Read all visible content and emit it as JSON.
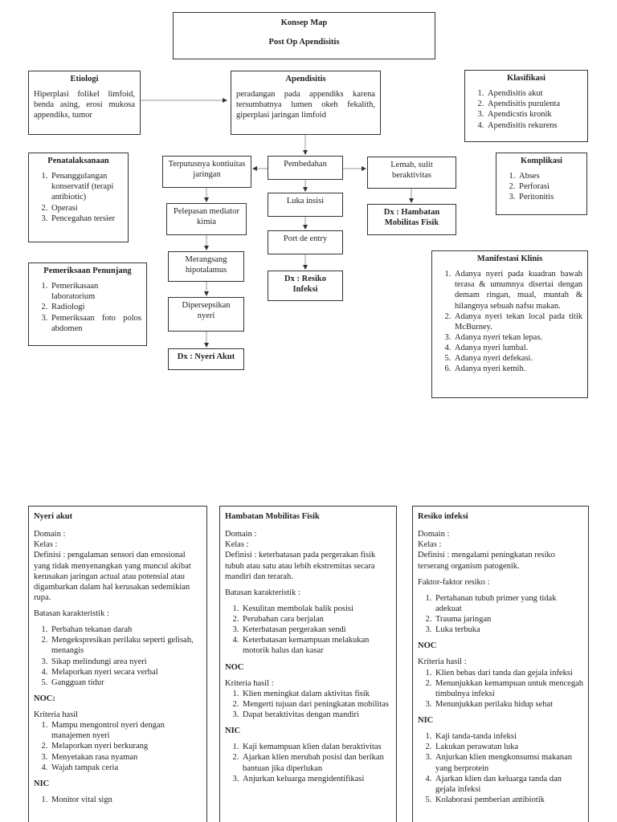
{
  "title": {
    "line1": "Konsep Map",
    "line2": "Post Op Apendisitis"
  },
  "etiologi": {
    "heading": "Etiologi",
    "text": "Hiperplasi folikel limfoid, benda asing, erosi mukosa appendiks, tumor"
  },
  "apendisitis": {
    "heading": "Apendisitis",
    "text": "peradangan pada appendiks karena tersumbatnya lumen okeh fekalith, giperplasi jaringan limfoid"
  },
  "klasifikasi": {
    "heading": "Klasifikasi",
    "items": [
      "Apendisitis akut",
      "Apendisitis purulenta",
      "Apendicstis kronik",
      "Apendisitis rekurens"
    ]
  },
  "penatalaksanaan": {
    "heading": "Penatalaksanaan",
    "items": [
      "Penanggulangan konservatif (terapi antibiotic)",
      "Operasi",
      "Pencegahan tersier"
    ]
  },
  "komplikasi": {
    "heading": "Komplikasi",
    "items": [
      "Abses",
      "Perforasi",
      "Peritonitis"
    ]
  },
  "pemeriksaan": {
    "heading": "Pemeriksaan Penunjang",
    "items": [
      "Pemerikasaan laboratorium",
      "Radiologi",
      "Pemeriksaan foto polos abdomen"
    ]
  },
  "manifestasi": {
    "heading": "Manifestasi Klinis",
    "items": [
      "Adanya nyeri pada kuadran bawah terasa & umumnya disertai dengan demam ringan, mual, muntah & hilangnya sebuah nafsu makan.",
      "Adanya nyeri tekan local pada titik McBurney.",
      "Adanya nyeri tekan lepas.",
      "Adanya nyeri lumbal.",
      "Adanya nyeri defekasi.",
      "Adanya nyeri kemih."
    ]
  },
  "flow": {
    "terputusnya": "Terputusnya kontiuitas jaringan",
    "pelepasan": "Pelepasan mediator kimia",
    "merangsang": "Merangsang hipotalamus",
    "dipersepsikan": "Dipersepsikan nyeri",
    "dx_nyeri": "Dx : Nyeri Akut",
    "pembedahan": "Pembedahan",
    "luka": "Luka insisi",
    "port": "Port de entry",
    "dx_resiko": "Dx : Resiko Infeksi",
    "lemah": "Lemah, sulit beraktivitas",
    "dx_hambatan": "Dx : Hambatan Mobilitas Fisik"
  },
  "nyeri": {
    "heading": "Nyeri akut",
    "domain": "Domain :",
    "kelas": "Kelas :",
    "definisi": "Definisi : pengalaman sensori dan emosional yang tidak menyenangkan yang muncul akibat kerusakan jaringan actual atau potensial atau digambarkan dalam hal kerusakan sedemikian rupa.",
    "batasan_label": "Batasan karakteristik :",
    "batasan": [
      "Perbahan tekanan darah",
      "Mengekspresikan perilaku seperti gelisah, menangis",
      "Sikap melindungi area nyeri",
      "Melaporkan nyeri secara verbal",
      "Gangguan tidur"
    ],
    "noc": "NOC:",
    "kriteria_label": "Kriteria hasil",
    "kriteria": [
      "Mampu mengontrol nyeri dengan manajemen nyeri",
      "Melaporkan nyeri berkurang",
      "Menyetakan rasa nyaman",
      "Wajah tampak ceria"
    ],
    "nic": "NIC",
    "nic_items": [
      "Monitor vital sign"
    ]
  },
  "hambatan": {
    "heading": "Hambatan Mobilitas Fisik",
    "domain": "Domain :",
    "kelas": "Kelas :",
    "definisi": "Definisi : keterbatasan pada pergerakan fisik tubuh atau satu atau lebih ekstremitas secara mandiri dan terarah.",
    "batasan_label": "Batasan karakteristik :",
    "batasan": [
      "Kesulitan membolak balik posisi",
      "Perubahan cara berjalan",
      "Keterbatasan pergerakan sendi",
      "Keterbatasan kemampuan melakukan motorik halus dan kasar"
    ],
    "noc": "NOC",
    "kriteria_label": "Kriteria hasil :",
    "kriteria": [
      "Klien meningkat dalam aktivitas fisik",
      "Mengerti tujuan dari peningkatan mobilitas",
      "Dapat beraktivitas dengan mandiri"
    ],
    "nic": "NIC",
    "nic_items": [
      "Kaji kemampuan klien dalan beraktivitas",
      "Ajarkan klien merubah posisi dan berikan bantuan jika diperlukan",
      "Anjurkan keluarga mengidentifikasi"
    ]
  },
  "resiko": {
    "heading": "Resiko infeksi",
    "domain": "Domain :",
    "kelas": "Kelas :",
    "definisi": "Definisi : mengalami peningkatan resiko terserang organism patogenik.",
    "batasan_label": "Faktor-faktor resiko :",
    "batasan": [
      "Pertahanan tubuh primer yang tidak adekuat",
      "Trauma jaringan",
      "Luka terbuka"
    ],
    "noc": "NOC",
    "kriteria_label": "Kriteria hasil :",
    "kriteria": [
      "Klien bebas dari tanda dan gejala infeksi",
      "Menunjukkan kemampuan untuk mencegah timbulnya infeksi",
      "Menunjukkan perilaku hidup sehat"
    ],
    "nic": "NIC",
    "nic_items": [
      "Kaji tanda-tanda infeksi",
      "Lakukan perawatan luka",
      "Anjurkan klien mengkonsumsi makanan yang berprotein",
      "Ajarkan klien dan keluarga tanda dan gejala infeksi",
      "Kolaborasi pemberian antibiotik"
    ]
  }
}
